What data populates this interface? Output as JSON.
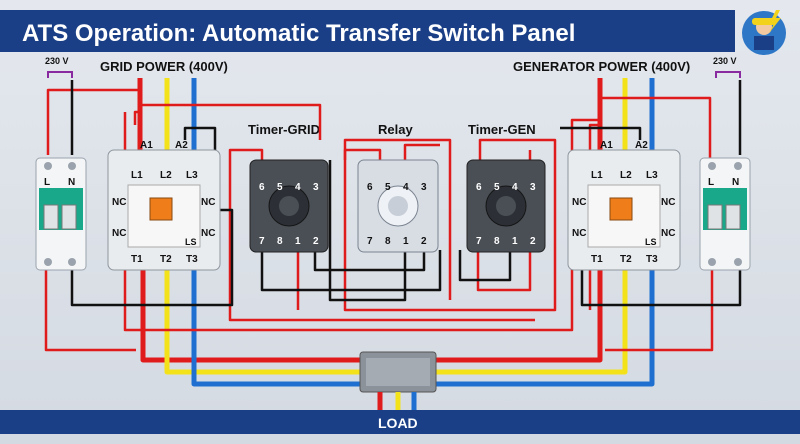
{
  "title": "ATS Operation:  Automatic Transfer Switch Panel",
  "labels": {
    "grid_power": "GRID POWER (400V)",
    "generator_power": "GENERATOR POWER (400V)",
    "left_voltage": "230 V",
    "right_voltage": "230 V",
    "timer_grid": "Timer-GRID",
    "relay": "Relay",
    "timer_gen": "Timer-GEN",
    "load": "LOAD"
  },
  "breaker": {
    "l": "L",
    "n": "N"
  },
  "contactor": {
    "a1": "A1",
    "a2": "A2",
    "l1": "L1",
    "l2": "L2",
    "l3": "L3",
    "t1": "T1",
    "t2": "T2",
    "t3": "T3",
    "nc": "NC",
    "brand": "LS"
  },
  "socket_pins": {
    "top": [
      "6",
      "5",
      "4",
      "3"
    ],
    "bottom": [
      "7",
      "8",
      "1",
      "2"
    ]
  },
  "colors": {
    "banner": "#1a3f86",
    "red": "#e01b1b",
    "yellow": "#f3e21a",
    "blue": "#1f6fd0",
    "black": "#111111",
    "accent_breaker": "#1aa88a"
  }
}
